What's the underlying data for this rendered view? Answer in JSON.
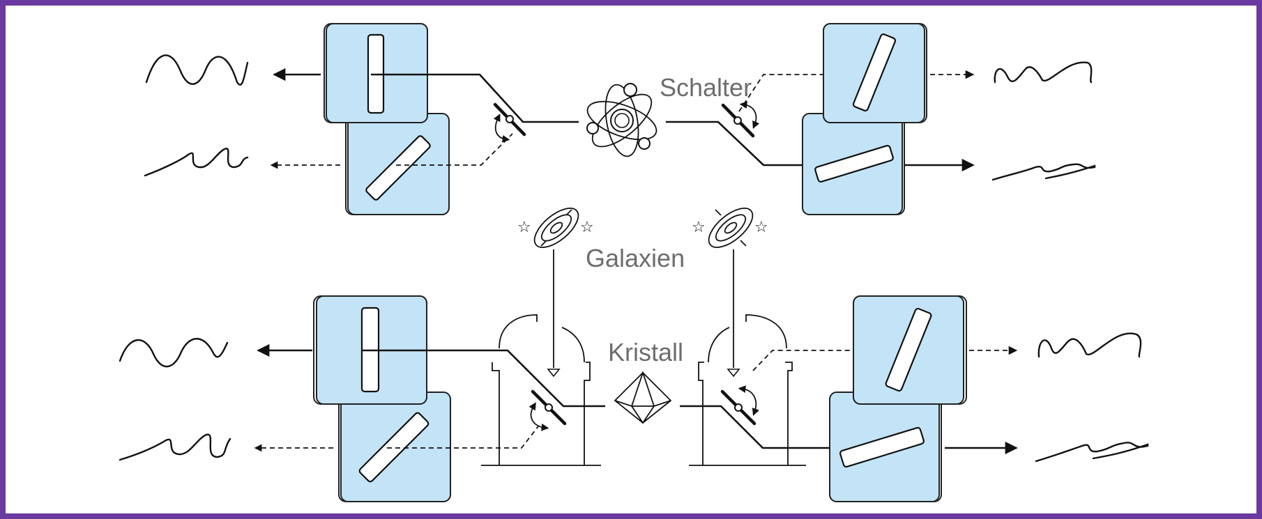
{
  "colors": {
    "frame": "#6a3aa0",
    "box_fill": "#c3e4f7",
    "label": "#6d6d6d",
    "line": "#111111"
  },
  "labels": {
    "switch": "Schalter",
    "galaxies": "Galaxien",
    "crystal": "Kristall"
  },
  "icons": [
    "atom-icon",
    "galaxy-icon",
    "star-icon",
    "crystal-icon",
    "mirror-switch-icon",
    "observatory-icon"
  ]
}
